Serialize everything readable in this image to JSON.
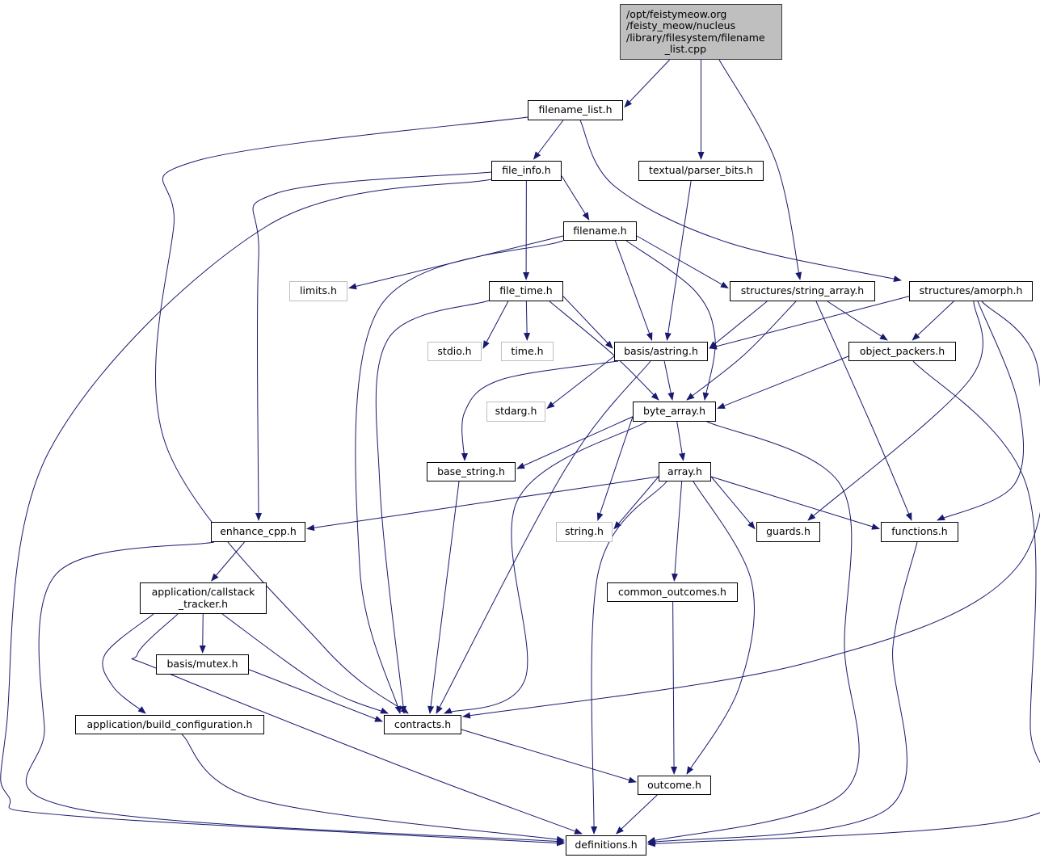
{
  "colors": {
    "edge": "#191970",
    "root_fill": "#bfbfbf",
    "system_header_border": "#bfbfbf"
  },
  "nodes": [
    {
      "id": "root",
      "label": "/opt/feistymeow.org\n/feisty_meow/nucleus\n/library/filesystem/filename\n            _list.cpp",
      "kind": "root"
    },
    {
      "id": "filename_list",
      "label": "filename_list.h"
    },
    {
      "id": "parser_bits",
      "label": "textual/parser_bits.h"
    },
    {
      "id": "file_info",
      "label": "file_info.h"
    },
    {
      "id": "filename",
      "label": "filename.h"
    },
    {
      "id": "limits",
      "label": "limits.h",
      "kind": "system"
    },
    {
      "id": "file_time",
      "label": "file_time.h"
    },
    {
      "id": "string_array",
      "label": "structures/string_array.h"
    },
    {
      "id": "amorph",
      "label": "structures/amorph.h"
    },
    {
      "id": "stdio",
      "label": "stdio.h",
      "kind": "system"
    },
    {
      "id": "time",
      "label": "time.h",
      "kind": "system"
    },
    {
      "id": "astring",
      "label": "basis/astring.h"
    },
    {
      "id": "object_packers",
      "label": "object_packers.h"
    },
    {
      "id": "stdarg",
      "label": "stdarg.h",
      "kind": "system"
    },
    {
      "id": "byte_array",
      "label": "byte_array.h"
    },
    {
      "id": "base_string",
      "label": "base_string.h"
    },
    {
      "id": "array",
      "label": "array.h"
    },
    {
      "id": "enhance_cpp",
      "label": "enhance_cpp.h"
    },
    {
      "id": "string",
      "label": "string.h",
      "kind": "system"
    },
    {
      "id": "guards",
      "label": "guards.h"
    },
    {
      "id": "functions",
      "label": "functions.h"
    },
    {
      "id": "common_outcomes",
      "label": "common_outcomes.h"
    },
    {
      "id": "callstack",
      "label": "application/callstack\n_tracker.h"
    },
    {
      "id": "mutex",
      "label": "basis/mutex.h"
    },
    {
      "id": "build_config",
      "label": "application/build_configuration.h"
    },
    {
      "id": "contracts",
      "label": "contracts.h"
    },
    {
      "id": "outcome",
      "label": "outcome.h"
    },
    {
      "id": "definitions",
      "label": "definitions.h"
    }
  ],
  "edges": [
    [
      "root",
      "filename_list"
    ],
    [
      "root",
      "parser_bits"
    ],
    [
      "root",
      "string_array"
    ],
    [
      "filename_list",
      "contracts"
    ],
    [
      "filename_list",
      "file_info"
    ],
    [
      "filename_list",
      "amorph"
    ],
    [
      "parser_bits",
      "astring"
    ],
    [
      "file_info",
      "definitions"
    ],
    [
      "file_info",
      "enhance_cpp"
    ],
    [
      "file_info",
      "file_time"
    ],
    [
      "file_info",
      "filename"
    ],
    [
      "filename",
      "limits"
    ],
    [
      "filename",
      "contracts"
    ],
    [
      "filename",
      "astring"
    ],
    [
      "filename",
      "byte_array"
    ],
    [
      "filename",
      "string_array"
    ],
    [
      "file_time",
      "stdio"
    ],
    [
      "file_time",
      "time"
    ],
    [
      "file_time",
      "astring"
    ],
    [
      "file_time",
      "byte_array"
    ],
    [
      "file_time",
      "contracts"
    ],
    [
      "string_array",
      "astring"
    ],
    [
      "string_array",
      "object_packers"
    ],
    [
      "string_array",
      "byte_array"
    ],
    [
      "string_array",
      "functions"
    ],
    [
      "amorph",
      "astring"
    ],
    [
      "amorph",
      "object_packers"
    ],
    [
      "amorph",
      "guards"
    ],
    [
      "amorph",
      "functions"
    ],
    [
      "amorph",
      "contracts"
    ],
    [
      "astring",
      "stdarg"
    ],
    [
      "astring",
      "byte_array"
    ],
    [
      "astring",
      "base_string"
    ],
    [
      "astring",
      "contracts"
    ],
    [
      "object_packers",
      "byte_array"
    ],
    [
      "object_packers",
      "definitions"
    ],
    [
      "byte_array",
      "base_string"
    ],
    [
      "byte_array",
      "array"
    ],
    [
      "byte_array",
      "string"
    ],
    [
      "byte_array",
      "contracts"
    ],
    [
      "byte_array",
      "definitions"
    ],
    [
      "array",
      "enhance_cpp"
    ],
    [
      "array",
      "string"
    ],
    [
      "array",
      "guards"
    ],
    [
      "array",
      "functions"
    ],
    [
      "array",
      "common_outcomes"
    ],
    [
      "array",
      "definitions"
    ],
    [
      "array",
      "outcome"
    ],
    [
      "base_string",
      "contracts"
    ],
    [
      "enhance_cpp",
      "callstack"
    ],
    [
      "enhance_cpp",
      "definitions"
    ],
    [
      "callstack",
      "mutex"
    ],
    [
      "callstack",
      "build_config"
    ],
    [
      "callstack",
      "contracts"
    ],
    [
      "callstack",
      "definitions"
    ],
    [
      "mutex",
      "contracts"
    ],
    [
      "build_config",
      "definitions"
    ],
    [
      "contracts",
      "outcome"
    ],
    [
      "common_outcomes",
      "outcome"
    ],
    [
      "outcome",
      "definitions"
    ],
    [
      "functions",
      "definitions"
    ]
  ]
}
